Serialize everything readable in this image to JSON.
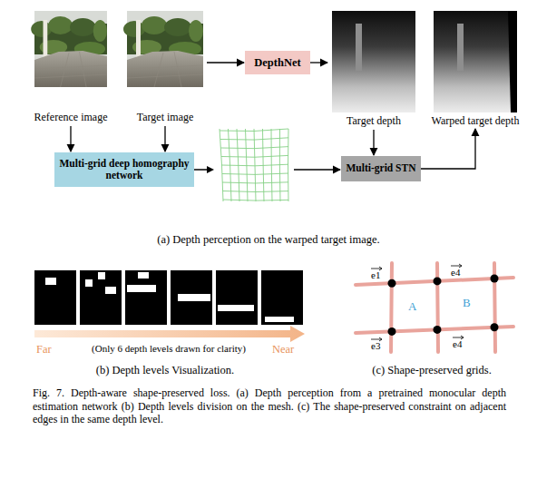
{
  "diagram": {
    "caption": "Fig. 7. Depth-aware shape-preserved loss. (a) Depth perception from a pretrained monocular depth estimation network (b) Depth levels division on the mesh. (c) The shape-preserved constraint on adjacent edges in the same depth level.",
    "nodes": [
      {
        "text": [
          "Reference image"
        ]
      },
      {
        "text": [
          "Target image"
        ]
      },
      {
        "text": [
          "DepthNet"
        ]
      },
      {
        "text": [
          "Target depth"
        ]
      },
      {
        "text": [
          "Warped target depth"
        ]
      },
      {
        "text": [
          "Multi-grid deep homography network"
        ]
      },
      {
        "text": [
          "Multi-grid STN"
        ]
      }
    ],
    "edges": [
      {
        "from": 1,
        "to": 2,
        "arrow": "to"
      },
      {
        "from": 2,
        "to": 3,
        "arrow": "to"
      },
      {
        "from": 0,
        "to": 5,
        "arrow": "to"
      },
      {
        "from": 1,
        "to": 5,
        "arrow": "to"
      },
      {
        "from": 5,
        "to": 6,
        "arrow": "to"
      },
      {
        "from": 3,
        "to": 6,
        "arrow": "to"
      },
      {
        "from": 6,
        "to": 4,
        "arrow": "to"
      }
    ],
    "labels": [
      "(a) Depth perception on the warped target image.",
      "Far",
      "(Only 6 depth levels drawn for clarity)",
      "Near",
      "(b) Depth levels Visualization.",
      "e1",
      "e4",
      "A",
      "B",
      "e3",
      "e4",
      "(c) Shape-preserved grids."
    ]
  }
}
